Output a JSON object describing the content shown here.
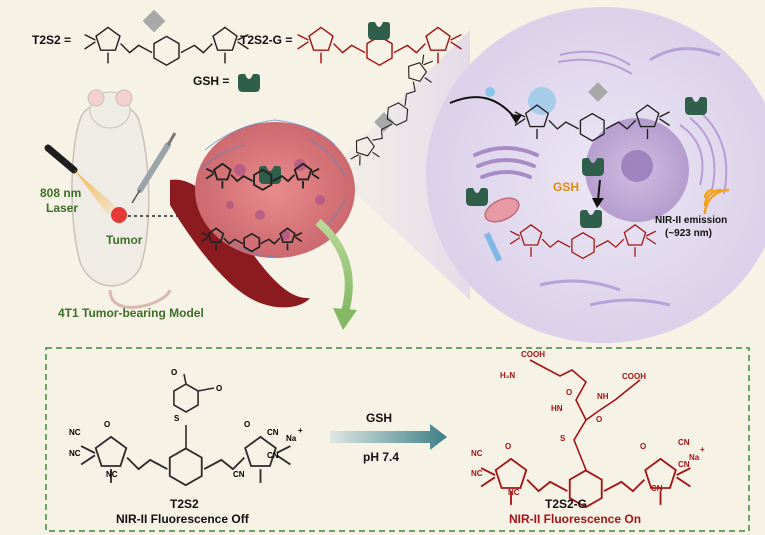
{
  "legend": {
    "t2s2_label": "T2S2 =",
    "t2s2g_label": "T2S2-G =",
    "gsh_label": "GSH ="
  },
  "mouse": {
    "laser_line1": "808 nm",
    "laser_line2": "Laser",
    "tumor_label": "Tumor",
    "model_caption": "4T1 Tumor-bearing Model"
  },
  "cell": {
    "gsh_text": "GSH",
    "emission_line1": "NIR-II emission",
    "emission_line2": "(~923 nm)"
  },
  "reaction": {
    "reagent": "GSH",
    "condition": "pH 7.4",
    "left_name": "T2S2",
    "left_state": "NIR-II Fluorescence Off",
    "right_name": "T2S2-G",
    "right_state": "NIR-II Fluorescence On"
  },
  "structure_atoms": {
    "cn": "CN",
    "nc": "NC",
    "o": "O",
    "s": "S",
    "na": "Na",
    "plus": "+",
    "cooh": "COOH",
    "h2n": "H₂N",
    "hn": "HN",
    "nh": "NH",
    "o_methoxy": "O"
  },
  "colors": {
    "background": "#f6f2e6",
    "green_text": "#3f6e2a",
    "orange_text": "#e08a12",
    "red_structure": "#a41414",
    "gsh_icon": "#2f5e4a",
    "arrow_teal": "#3b7f86",
    "dashed_border": "#3c8a3a",
    "cell_fill": "#e4ddf0"
  }
}
